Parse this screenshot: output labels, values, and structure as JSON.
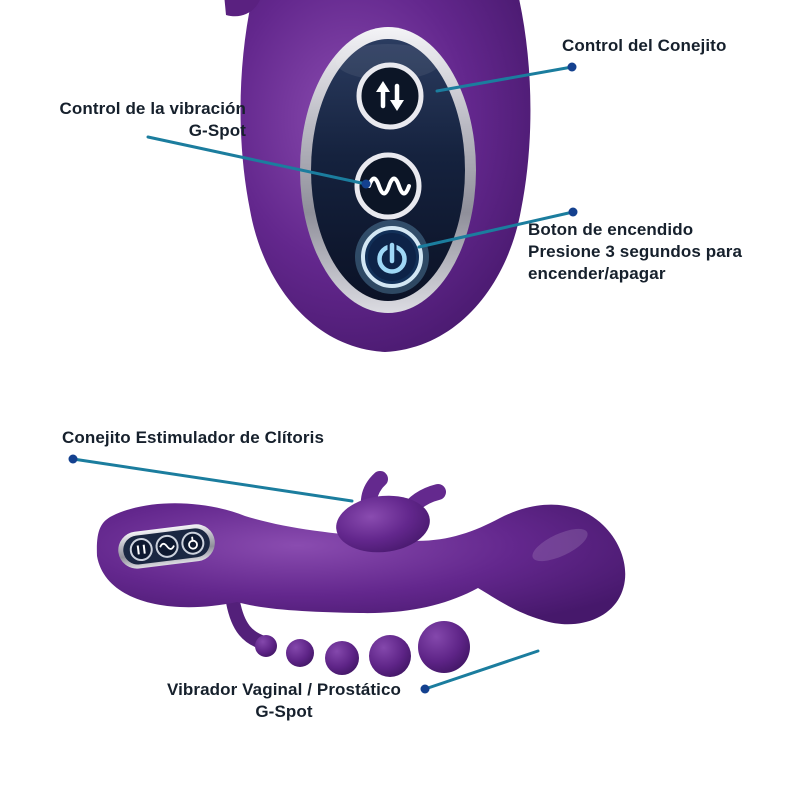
{
  "colors": {
    "device_purple": "#63278d",
    "device_purple_dark": "#46186b",
    "panel_navy": "#131f38",
    "chrome_silver": "#c9c9d1",
    "callout_line": "#1b7d9e",
    "callout_dot": "#14418f",
    "power_glow_blue": "#9ed7f6",
    "label_text": "#16202c"
  },
  "callouts": {
    "rabbit_control": {
      "label": "Control del Conejito"
    },
    "vibration_control": {
      "lines": [
        "Control de la vibración",
        "G-Spot"
      ]
    },
    "power_button": {
      "lines": [
        "Boton de encendido",
        "Presione 3 segundos para",
        "encender/apagar"
      ]
    },
    "clitoris_stimulator": {
      "label": "Conejito Estimulador de Clítoris"
    },
    "vaginal_vibrator": {
      "lines": [
        "Vibrador Vaginal / Prostático",
        "G-Spot"
      ]
    }
  },
  "icons": {
    "speed_control": "up-down-arrows",
    "vibration_mode": "sine-wave",
    "power": "power-symbol"
  }
}
